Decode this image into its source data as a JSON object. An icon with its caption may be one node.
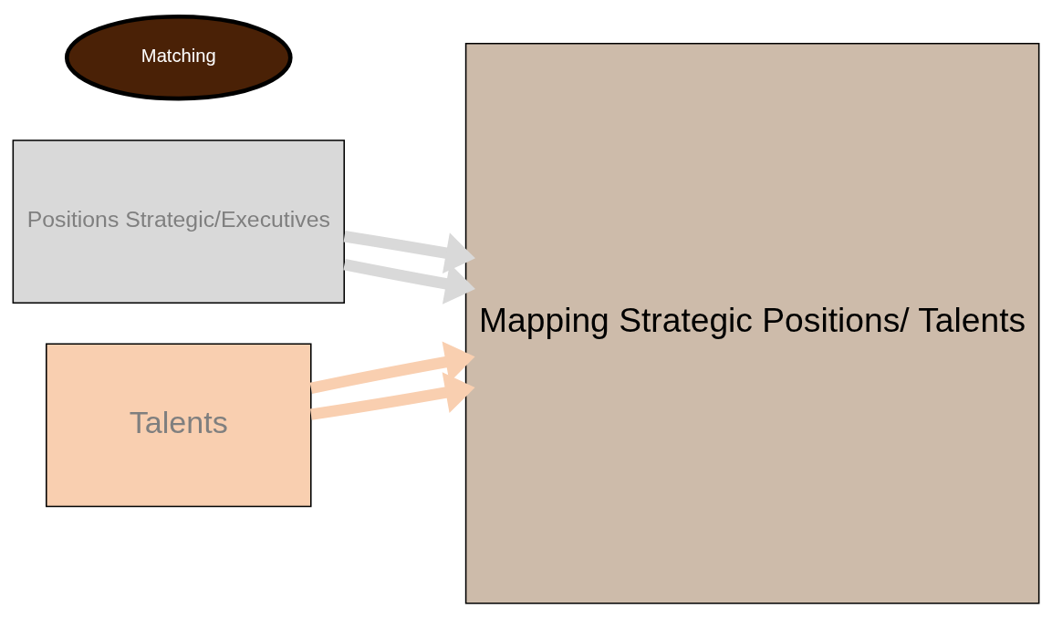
{
  "diagram": {
    "nodes": [
      {
        "text": [
          "Positions Strategic/Executives"
        ]
      },
      {
        "text": [
          "Matching"
        ]
      },
      {
        "text": [
          "Talents"
        ]
      },
      {
        "text": [
          "Mapping Strategic Positions/ Talents"
        ]
      }
    ],
    "edges": [
      {
        "from": 0,
        "to": 3,
        "arrow": "to",
        "color": "#d9d9d9"
      },
      {
        "from": 0,
        "to": 3,
        "arrow": "to",
        "color": "#d9d9d9"
      },
      {
        "from": 2,
        "to": 3,
        "arrow": "to",
        "color": "#f9cfb0"
      },
      {
        "from": 2,
        "to": 3,
        "arrow": "to",
        "color": "#f9cfb0"
      }
    ]
  }
}
